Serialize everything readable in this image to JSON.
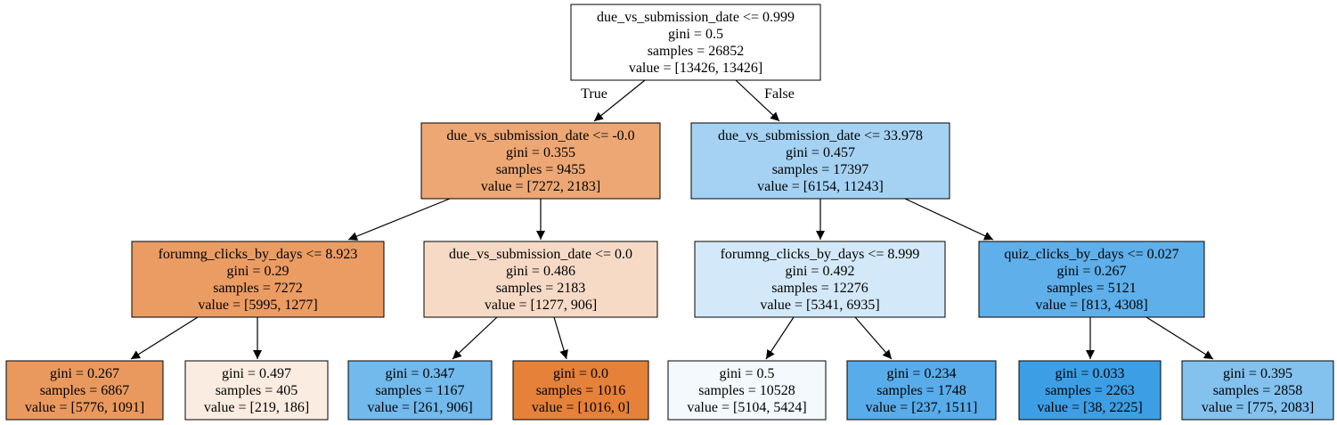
{
  "edge_labels": {
    "true": "True",
    "false": "False"
  },
  "nodes": [
    {
      "id": "n0",
      "lines": [
        "due_vs_submission_date <= 0.999",
        "gini = 0.5",
        "samples = 26852",
        "value = [13426, 13426]"
      ],
      "fill": "#ffffff"
    },
    {
      "id": "n1",
      "lines": [
        "due_vs_submission_date <= -0.0",
        "gini = 0.355",
        "samples = 9455",
        "value = [7272, 2183]"
      ],
      "fill": "#eda774"
    },
    {
      "id": "n2",
      "lines": [
        "due_vs_submission_date <= 33.978",
        "gini = 0.457",
        "samples = 17397",
        "value = [6154, 11243]"
      ],
      "fill": "#a5d2f3"
    },
    {
      "id": "n3",
      "lines": [
        "forumng_clicks_by_days <= 8.923",
        "gini = 0.29",
        "samples = 7272",
        "value = [5995, 1277]"
      ],
      "fill": "#eb9c63"
    },
    {
      "id": "n4",
      "lines": [
        "due_vs_submission_date <= 0.0",
        "gini = 0.486",
        "samples = 2183",
        "value = [1277, 906]"
      ],
      "fill": "#f7dac6"
    },
    {
      "id": "n5",
      "lines": [
        "forumng_clicks_by_days <= 8.999",
        "gini = 0.492",
        "samples = 12276",
        "value = [5341, 6935]"
      ],
      "fill": "#d3e9f9"
    },
    {
      "id": "n6",
      "lines": [
        "quiz_clicks_by_days <= 0.027",
        "gini = 0.267",
        "samples = 5121",
        "value = [813, 4308]"
      ],
      "fill": "#5eafea"
    },
    {
      "id": "n7",
      "lines": [
        "gini = 0.267",
        "samples = 6867",
        "value = [5776, 1091]"
      ],
      "fill": "#ea995e"
    },
    {
      "id": "n8",
      "lines": [
        "gini = 0.497",
        "samples = 405",
        "value = [219, 186]"
      ],
      "fill": "#fbece1"
    },
    {
      "id": "n9",
      "lines": [
        "gini = 0.347",
        "samples = 1167",
        "value = [261, 906]"
      ],
      "fill": "#72b9ec"
    },
    {
      "id": "n10",
      "lines": [
        "gini = 0.0",
        "samples = 1016",
        "value = [1016, 0]"
      ],
      "fill": "#e58139"
    },
    {
      "id": "n11",
      "lines": [
        "gini = 0.5",
        "samples = 10528",
        "value = [5104, 5424]"
      ],
      "fill": "#f3f9fd"
    },
    {
      "id": "n12",
      "lines": [
        "gini = 0.234",
        "samples = 1748",
        "value = [237, 1511]"
      ],
      "fill": "#58ace9"
    },
    {
      "id": "n13",
      "lines": [
        "gini = 0.033",
        "samples = 2263",
        "value = [38, 2225]"
      ],
      "fill": "#3c9fe5"
    },
    {
      "id": "n14",
      "lines": [
        "gini = 0.395",
        "samples = 2858",
        "value = [775, 2083]"
      ],
      "fill": "#83c1ef"
    }
  ],
  "edges": [
    [
      "n0",
      "n1"
    ],
    [
      "n0",
      "n2"
    ],
    [
      "n1",
      "n3"
    ],
    [
      "n1",
      "n4"
    ],
    [
      "n2",
      "n5"
    ],
    [
      "n2",
      "n6"
    ],
    [
      "n3",
      "n7"
    ],
    [
      "n3",
      "n8"
    ],
    [
      "n4",
      "n9"
    ],
    [
      "n4",
      "n10"
    ],
    [
      "n5",
      "n11"
    ],
    [
      "n5",
      "n12"
    ],
    [
      "n6",
      "n13"
    ],
    [
      "n6",
      "n14"
    ]
  ]
}
